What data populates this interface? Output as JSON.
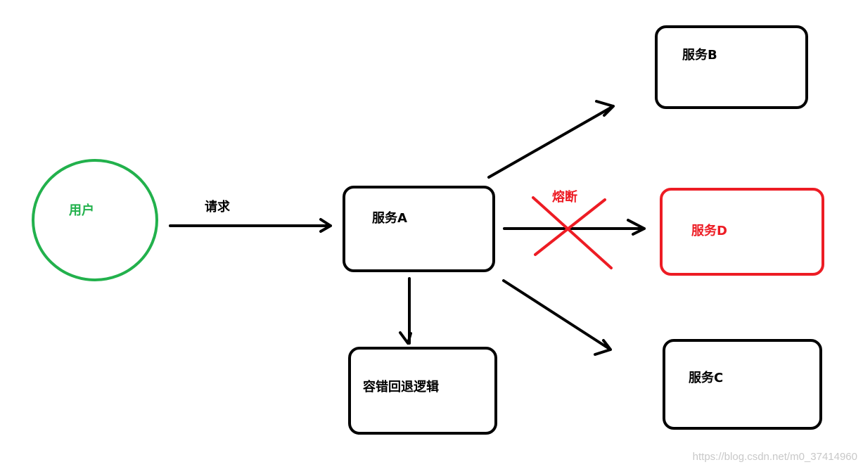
{
  "nodes": {
    "user": "用户",
    "service_a": "服务A",
    "service_b": "服务B",
    "service_c": "服务C",
    "service_d": "服务D",
    "fallback": "容错回退逻辑"
  },
  "edges": {
    "request": "请求",
    "circuit_break": "熔断"
  },
  "colors": {
    "stroke": "#000000",
    "user": "#22b14c",
    "broken": "#ed1c24"
  },
  "watermark": "https://blog.csdn.net/m0_37414960"
}
